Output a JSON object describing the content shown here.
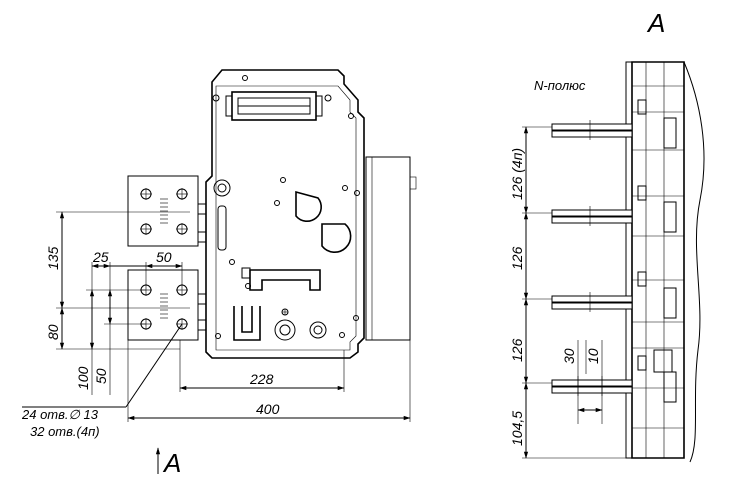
{
  "view_label_top": "A",
  "view_label_bottom": "A",
  "pole_label": "N-полюс",
  "dimensions": {
    "d135": "135",
    "d80": "80",
    "d25": "25",
    "d50_top": "50",
    "d100": "100",
    "d50_left": "50",
    "d228": "228",
    "d400": "400",
    "d126_4p": "126 (4п)",
    "d126_a": "126",
    "d126_b": "126",
    "d104_5": "104,5",
    "d30": "30",
    "d10": "10"
  },
  "notes": {
    "holes_3p": "24 отв.∅ 13",
    "holes_4p": "32 отв.(4п)"
  }
}
